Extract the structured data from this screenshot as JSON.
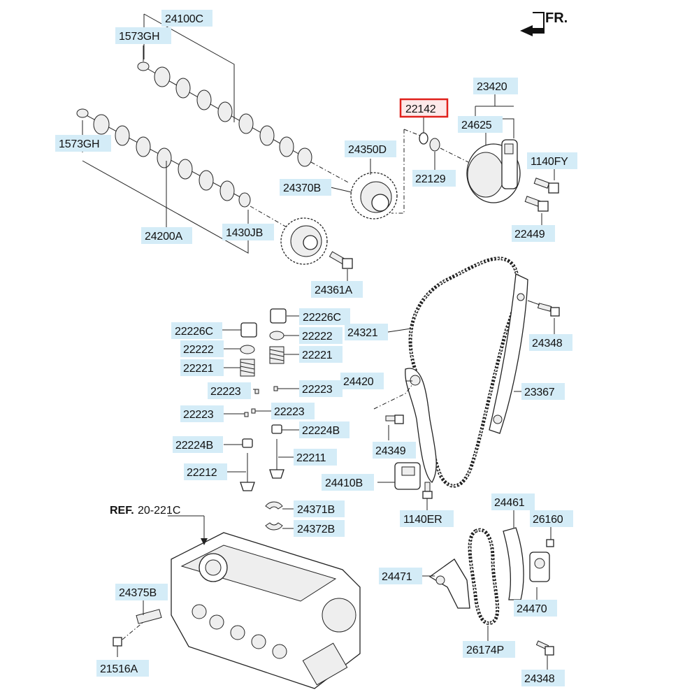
{
  "direction_indicator": "FR.",
  "reference": {
    "prefix": "REF.",
    "code": "20-221C"
  },
  "highlight_color": "#e0201b",
  "label_bg_color": "#d4ecf7",
  "parts": {
    "p24100C": "24100C",
    "p1573GH_top": "1573GH",
    "p1573GH_left": "1573GH",
    "p24200A": "24200A",
    "p1430JB": "1430JB",
    "p24370B": "24370B",
    "p24361A": "24361A",
    "p24350D": "24350D",
    "p22142": "22142",
    "p22129": "22129",
    "p23420": "23420",
    "p24625": "24625",
    "p1140FY": "1140FY",
    "p22449": "22449",
    "p22226C_r": "22226C",
    "p22226C_l": "22226C",
    "p22222_r": "22222",
    "p22222_l": "22222",
    "p22221_r": "22221",
    "p22221_l": "22221",
    "p22223_a": "22223",
    "p22223_b": "22223",
    "p22223_c": "22223",
    "p22223_d": "22223",
    "p22224B_r": "22224B",
    "p22224B_l": "22224B",
    "p22211": "22211",
    "p22212": "22212",
    "p24371B": "24371B",
    "p24372B": "24372B",
    "p24321": "24321",
    "p24348_top": "24348",
    "p24420": "24420",
    "p23367": "23367",
    "p24349": "24349",
    "p24410B": "24410B",
    "p1140ER": "1140ER",
    "p24461": "24461",
    "p26160": "26160",
    "p24471": "24471",
    "p24470": "24470",
    "p24375B": "24375B",
    "p26174P": "26174P",
    "p21516A": "21516A",
    "p24348_bot": "24348"
  }
}
